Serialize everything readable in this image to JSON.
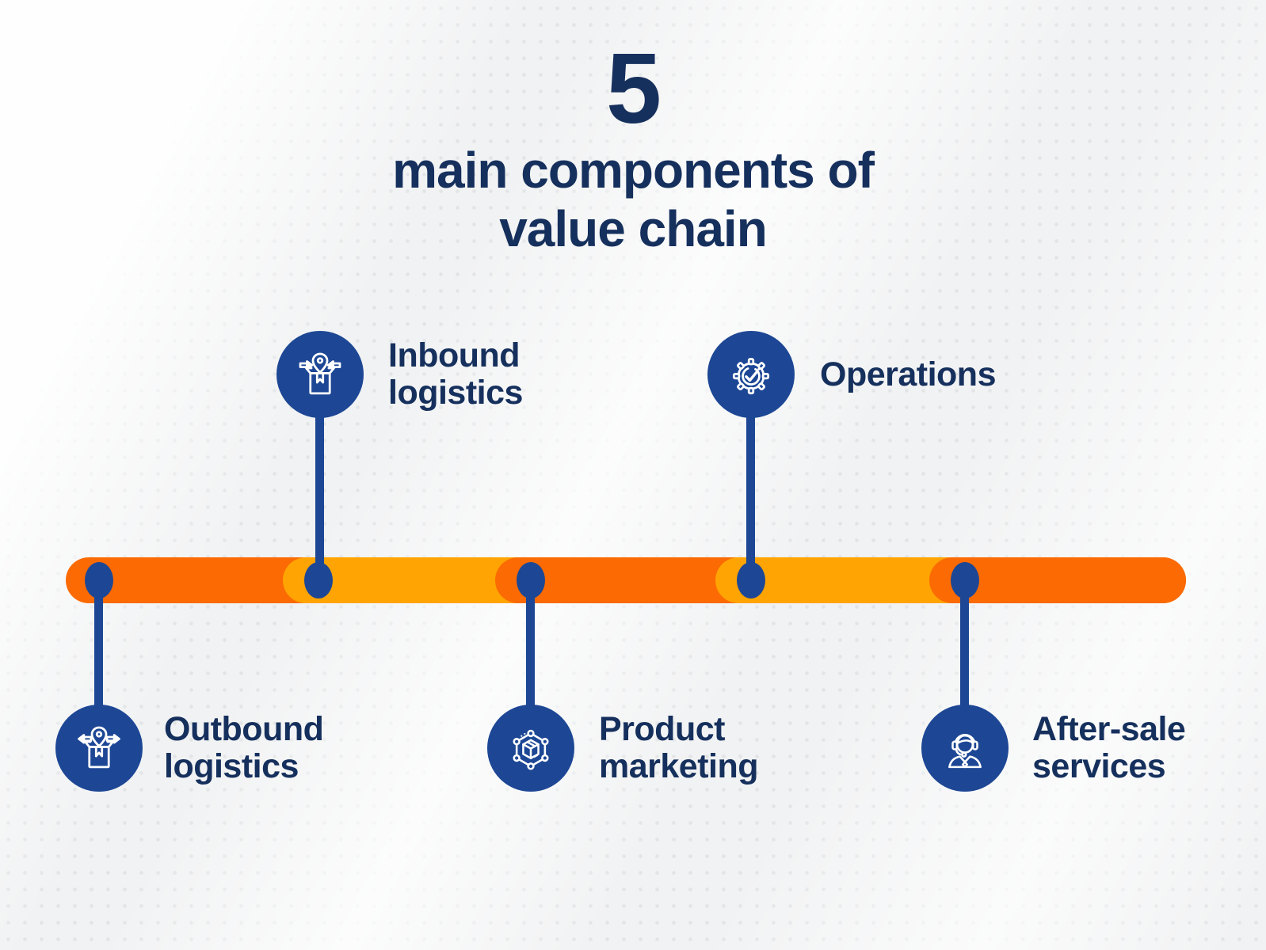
{
  "title": {
    "number": "5",
    "line1": "main components of",
    "line2": "value chain"
  },
  "items": [
    {
      "name": "inbound-logistics",
      "line1": "Inbound",
      "line2": "logistics",
      "icon": "inbound-delivery-box-icon",
      "position": "top"
    },
    {
      "name": "operations",
      "line1": "Operations",
      "line2": "",
      "icon": "gear-check-icon",
      "position": "top"
    },
    {
      "name": "outbound-logistics",
      "line1": "Outbound",
      "line2": "logistics",
      "icon": "outbound-delivery-box-icon",
      "position": "bottom"
    },
    {
      "name": "product-marketing",
      "line1": "Product",
      "line2": "marketing",
      "icon": "product-network-cube-icon",
      "position": "bottom"
    },
    {
      "name": "after-sale-services",
      "line1": "After-sale",
      "line2": "services",
      "icon": "customer-support-headset-icon",
      "position": "bottom"
    }
  ],
  "colors": {
    "text_navy": "#16305d",
    "navy_circle": "#1d4795",
    "line_navy": "#1d4795",
    "bar_orange": "#fb6a03",
    "bar_amber": "#ffa403"
  }
}
